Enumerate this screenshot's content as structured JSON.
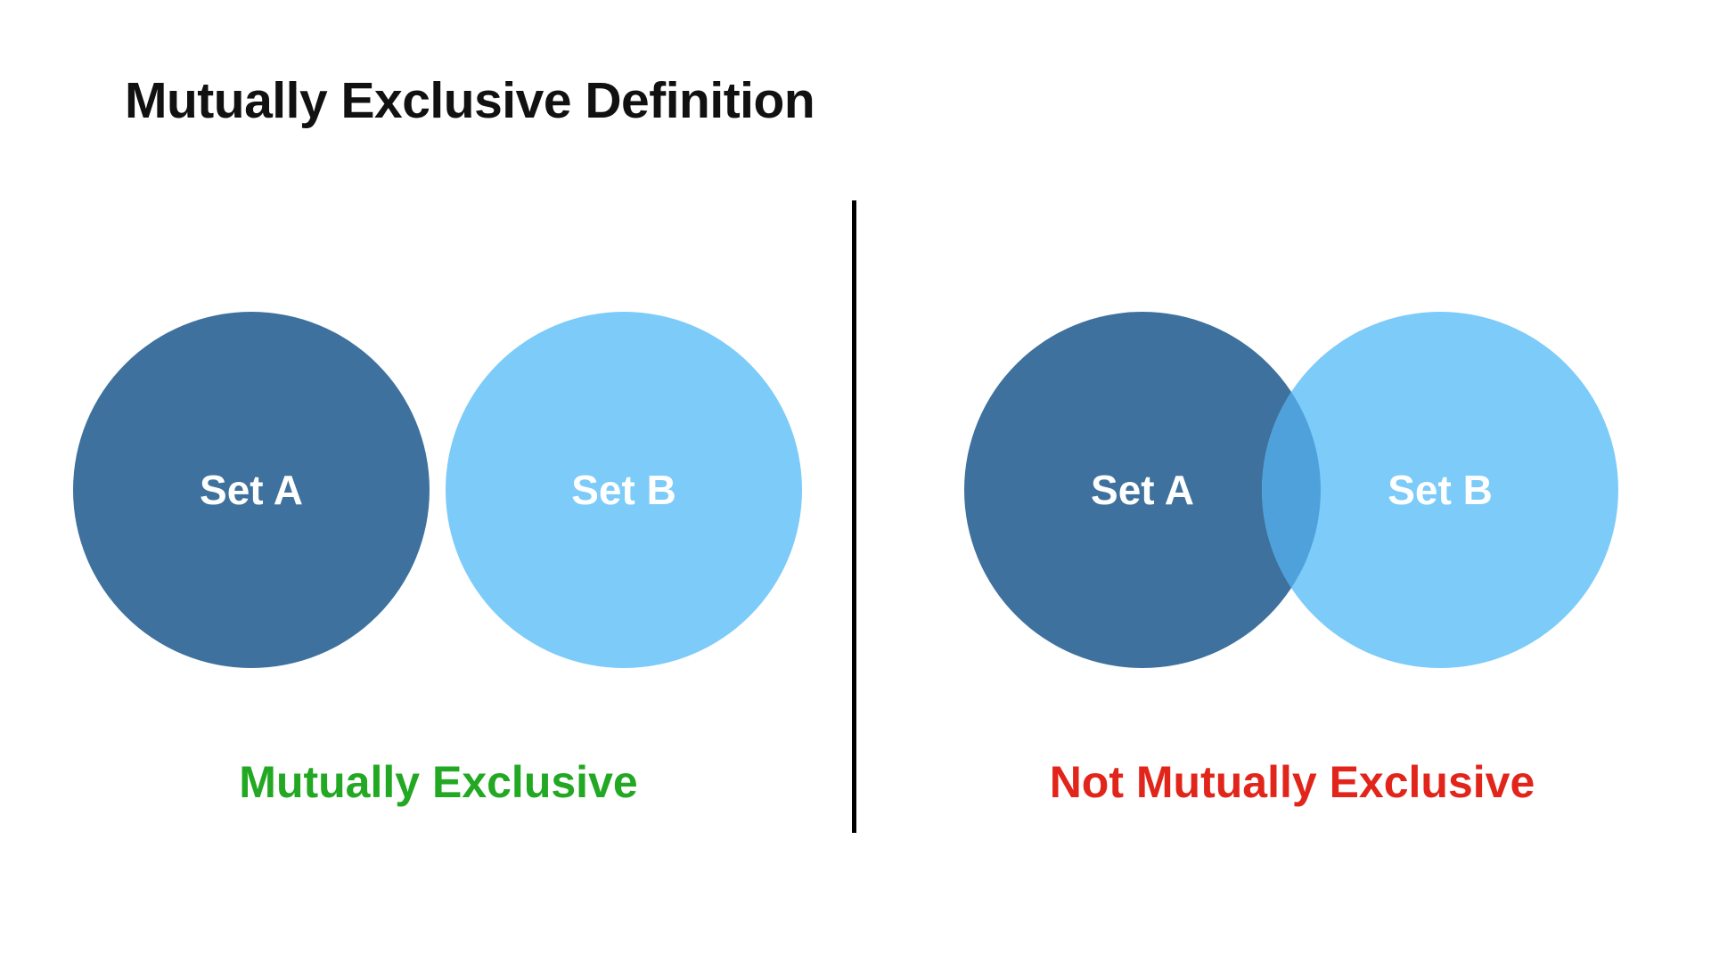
{
  "title": "Mutually Exclusive Definition",
  "colors": {
    "title_text": "#111111",
    "set_a": "#3E719D",
    "set_b": "#7CCBF9",
    "overlap": "#4FA1DB",
    "circle_label": "#FFFFFF",
    "exclusive_caption": "#22A822",
    "not_exclusive_caption": "#E2251B",
    "divider": "#000000"
  },
  "left_panel": {
    "set_a_label": "Set A",
    "set_b_label": "Set B",
    "caption": "Mutually Exclusive"
  },
  "right_panel": {
    "set_a_label": "Set A",
    "set_b_label": "Set B",
    "caption": "Not Mutually Exclusive"
  }
}
